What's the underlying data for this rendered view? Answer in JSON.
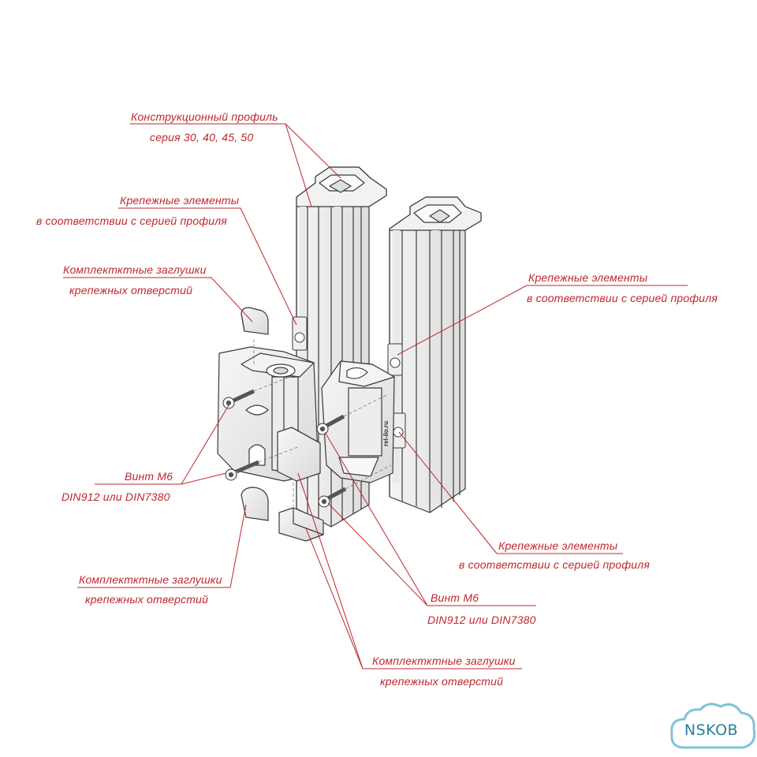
{
  "labels": {
    "profile_title": "Конструкционный профиль",
    "profile_series": "серия 30, 40, 45, 50",
    "fasteners_top_line1": "Крепежные элементы",
    "fasteners_top_line2": "в соответствии с серией профиля",
    "fasteners_right_line1": "Крепежные элементы",
    "fasteners_right_line2": "в соответствии с серией профиля",
    "fasteners_bottom_line1": "Крепежные элементы",
    "fasteners_bottom_line2": "в соответствии с серией профиля",
    "caps_top_line1": "Комплектктные заглушки",
    "caps_top_line2": "крепежных отверстий",
    "caps_middle_line1": "Комплектктные заглушки",
    "caps_middle_line2": "крепежных отверстий",
    "caps_bottom_line1": "Комплектктные заглушки",
    "caps_bottom_line2": "крепежных отверстий",
    "screw_left_line1": "Винт М6",
    "screw_left_line2": "DIN912 или DIN7380",
    "screw_right_line1": "Винт М6",
    "screw_right_line2": "DIN912 или DIN7380"
  },
  "hinge_stamp": "rel-ilo.ru",
  "logo_text": "NSKOB",
  "colors": {
    "label": "#c0262c",
    "leader": "#c0262c",
    "outline": "#3a3a3a",
    "logo": "#2a7f9c"
  }
}
